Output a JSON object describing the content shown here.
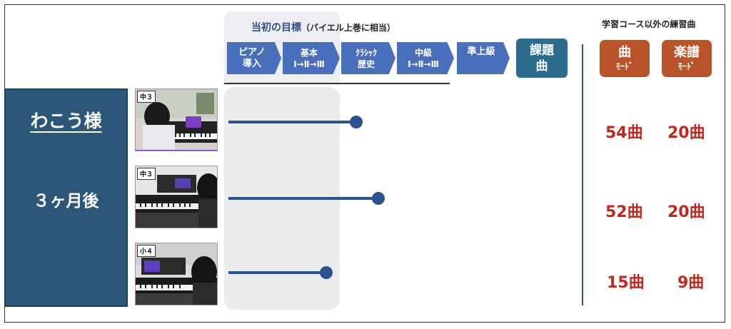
{
  "student": {
    "name": "わこう様",
    "period": "３ヶ月後"
  },
  "goal": {
    "title": "当初の目標",
    "note": "（バイエル上巻に相当）"
  },
  "steps": [
    {
      "line1": "ピアノ",
      "line2": "導入"
    },
    {
      "line1": "基本",
      "line2": "Ⅰ→Ⅱ→Ⅲ"
    },
    {
      "line1": "ｸﾗｼｯｸ",
      "line2": "歴史"
    },
    {
      "line1": "中級",
      "line2": "Ⅰ→Ⅱ→Ⅲ"
    },
    {
      "line1": "準上級",
      "line2": ""
    }
  ],
  "kadai": {
    "line1": "課題",
    "line2": "曲"
  },
  "practice": {
    "title": "学習コース以外の練習曲",
    "modes": [
      {
        "line1": "曲",
        "line2": "ﾓｰﾄﾞ"
      },
      {
        "line1": "楽譜",
        "line2": "ﾓｰﾄﾞ"
      }
    ]
  },
  "rows": [
    {
      "grade": "中３",
      "photo_icon": "child-playing-piano-with-tablet-photo",
      "song_mode": "54曲",
      "score_mode": "20曲",
      "progress_step": 1.7
    },
    {
      "grade": "中３",
      "photo_icon": "child-playing-digital-piano-photo",
      "song_mode": "52曲",
      "score_mode": "20曲",
      "progress_step": 2.0
    },
    {
      "grade": "小４",
      "photo_icon": "child-playing-digital-piano-photo",
      "song_mode": "15曲",
      "score_mode": "9曲",
      "progress_step": 1.3
    }
  ],
  "colors": {
    "panel": "#2c5778",
    "step": "#4a6fba",
    "mode": "#b9542a",
    "count": "#c0281e",
    "bar": "#2c5291"
  }
}
